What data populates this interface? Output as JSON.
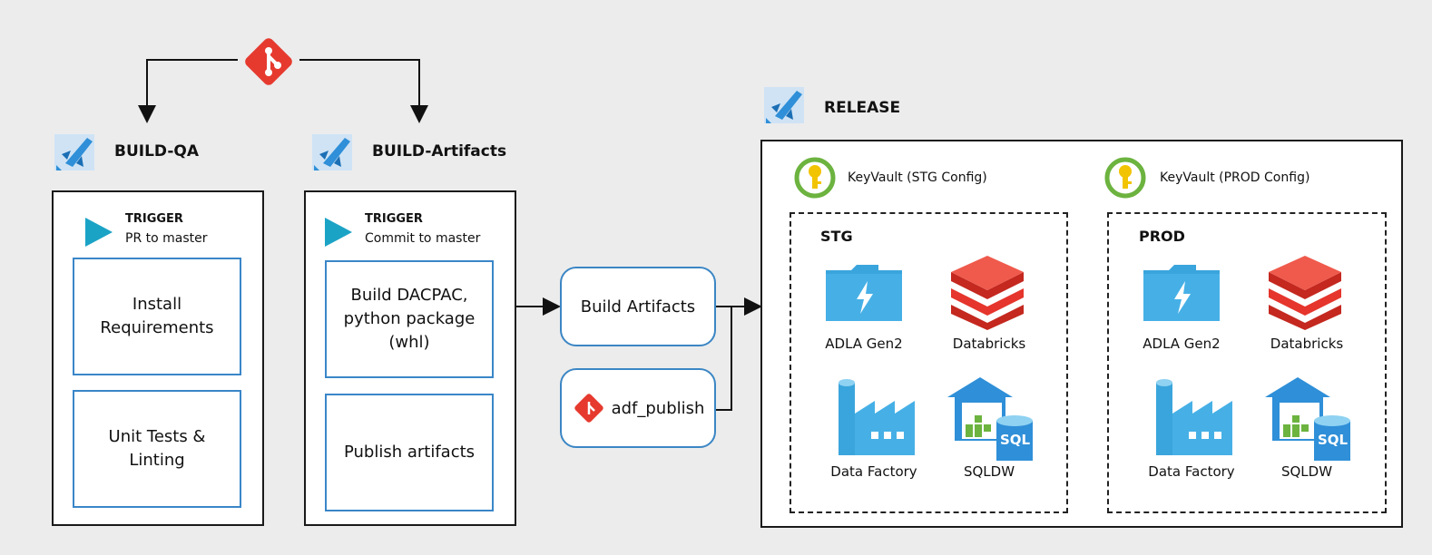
{
  "git": {
    "icon": "git-icon",
    "color": "#e63a2e"
  },
  "build_qa": {
    "title": "BUILD-QA",
    "trigger_title": "TRIGGER",
    "trigger_sub": "PR to master",
    "steps": [
      "Install Requirements",
      "Unit Tests & Linting"
    ]
  },
  "build_artifacts": {
    "title": "BUILD-Artifacts",
    "trigger_title": "TRIGGER",
    "trigger_sub": "Commit to master",
    "steps": [
      "Build DACPAC, python package (whl)",
      "Publish artifacts"
    ]
  },
  "artifacts": {
    "build_artifacts": "Build Artifacts",
    "adf_publish": "adf_publish"
  },
  "release": {
    "title": "RELEASE",
    "stg": {
      "keyvault": "KeyVault (STG Config)",
      "label": "STG",
      "services": [
        "ADLA Gen2",
        "Databricks",
        "Data Factory",
        "SQLDW"
      ]
    },
    "prod": {
      "keyvault": "KeyVault (PROD Config)",
      "label": "PROD",
      "services": [
        "ADLA Gen2",
        "Databricks",
        "Data Factory",
        "SQLDW"
      ]
    },
    "sql_text": "SQL"
  },
  "colors": {
    "azure_blue": "#2f8fd8",
    "databricks_red": "#e5352c",
    "keyvault_yellow": "#f2c400",
    "keyvault_green": "#6cb33f",
    "trigger_teal": "#1ba3c6"
  }
}
